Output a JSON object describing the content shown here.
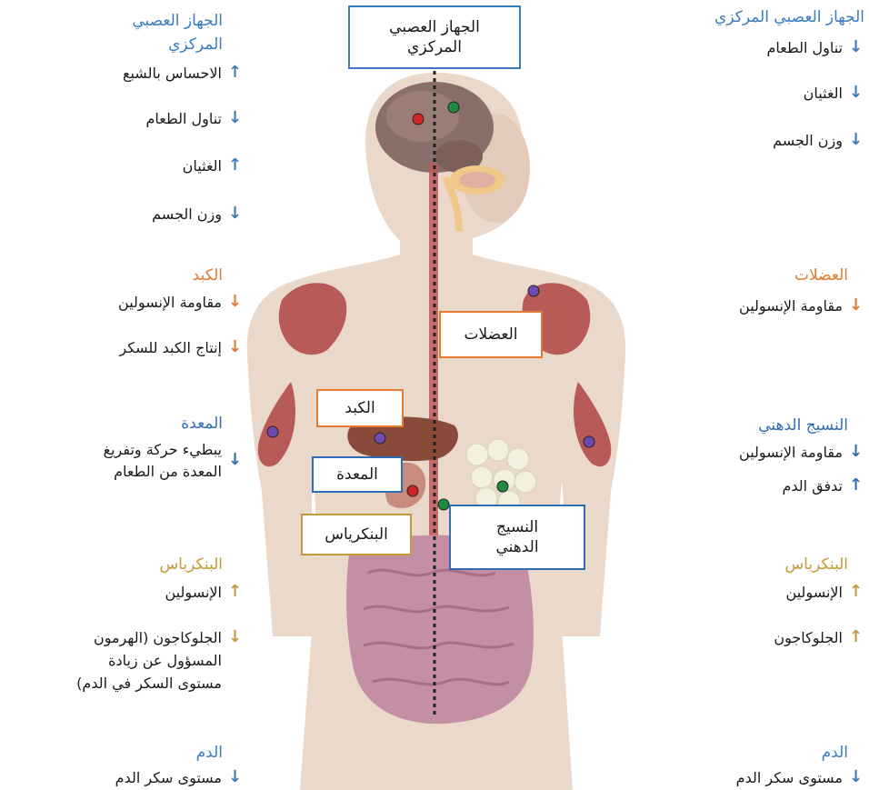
{
  "colors": {
    "nervous": "#3a7cc0",
    "muscle": "#e37a2d",
    "liver": "#e37a2d",
    "stomach": "#2f6eb6",
    "fat": "#2f6eb6",
    "pancreas": "#c49a3a",
    "blood": "#3a7cc0"
  },
  "left": {
    "cns_title": "الجهاز العصبي المركزي",
    "cns_items": [
      "الاحساس بالشبع",
      "تناول الطعام",
      "الغثيان",
      "وزن الجسم"
    ],
    "cns_arrows": [
      "up",
      "down",
      "up",
      "down"
    ],
    "liver_title": "الكبد",
    "liver_items": [
      "مقاومة الإنسولين",
      "إنتاج الكبد للسكر"
    ],
    "liver_arrows": [
      "down",
      "down"
    ],
    "stomach_title": "المعدة",
    "stomach_items": [
      "يبطيء حركة وتفريغ",
      "المعدة من الطعام"
    ],
    "stomach_arrow": "down",
    "pancreas_title": "البنكرياس",
    "pancreas_items": [
      "الإنسولين",
      "الجلوكاجون (الهرمون",
      "المسؤول عن زيادة",
      "مستوى السكر في الدم)"
    ],
    "pancreas_arrows": [
      "up",
      "down"
    ],
    "blood_title": "الدم",
    "blood_items": [
      "مستوى سكر الدم"
    ],
    "blood_arrows": [
      "down"
    ]
  },
  "right": {
    "cns_title": "الجهاز العصبي المركزي",
    "cns_items": [
      "تناول الطعام",
      "الغثيان",
      "وزن الجسم"
    ],
    "cns_arrows": [
      "down",
      "down",
      "down"
    ],
    "muscle_title": "العضلات",
    "muscle_items": [
      "مقاومة الإنسولين"
    ],
    "muscle_arrows": [
      "down"
    ],
    "fat_title": "النسيج الدهني",
    "fat_items": [
      "مقاومة الإنسولين",
      "تدفق الدم"
    ],
    "fat_arrows": [
      "down",
      "up"
    ],
    "pancreas_title": "البنكرياس",
    "pancreas_items": [
      "الإنسولين",
      "الجلوكاجون"
    ],
    "pancreas_arrows": [
      "up",
      "up"
    ],
    "blood_title": "الدم",
    "blood_items": [
      "مستوى سكر الدم"
    ],
    "blood_arrows": [
      "down"
    ]
  },
  "labels": {
    "cns": "الجهاز العصبي المركزي",
    "muscles": "العضلات",
    "liver": "الكبد",
    "stomach": "المعدة",
    "pancreas": "البنكرياس",
    "fat": "النسيج الدهني"
  }
}
